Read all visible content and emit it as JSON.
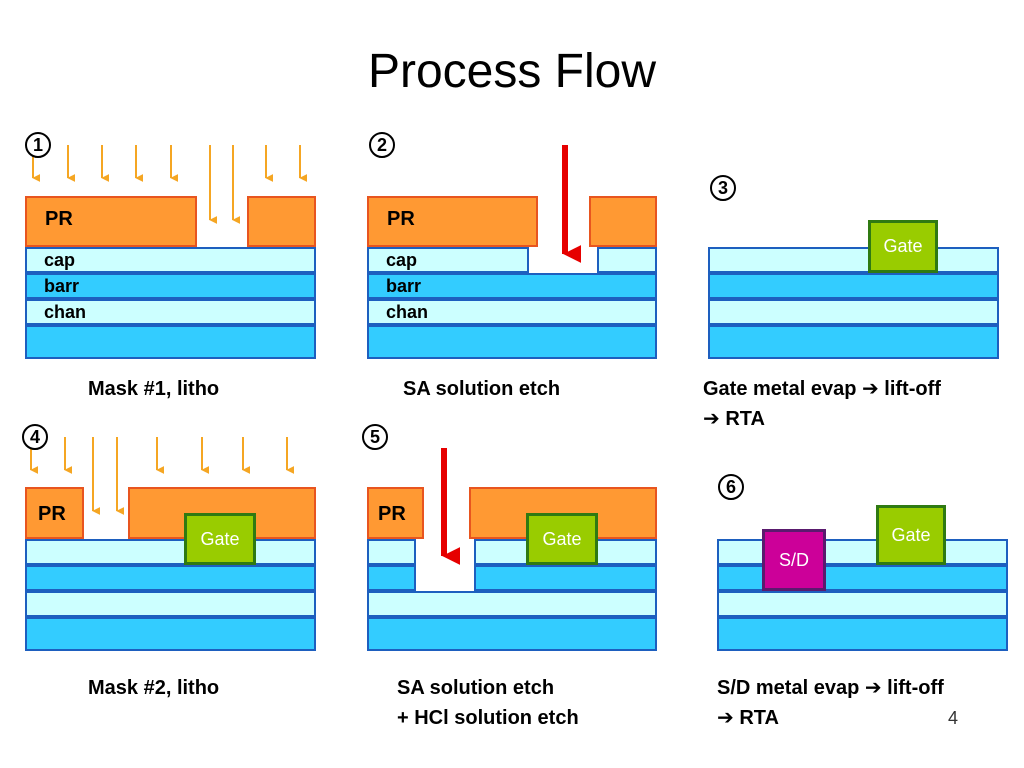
{
  "title": "Process Flow",
  "page_number": "4",
  "colors": {
    "photoresist": "#ff9933",
    "cap_layer": "#ccffff",
    "barrier_layer": "#33ccff",
    "gate_metal": "#99cc00",
    "sd_metal": "#cc0099",
    "exposure_arrow": "#f5a623",
    "etch_arrow": "#e60000"
  },
  "steps": [
    {
      "number": "1",
      "pr_label": "PR",
      "layers": [
        "cap",
        "barr",
        "chan"
      ],
      "caption_lines": [
        "Mask #1, litho"
      ]
    },
    {
      "number": "2",
      "pr_label": "PR",
      "layers": [
        "cap",
        "barr",
        "chan"
      ],
      "caption_lines": [
        "SA solution etch"
      ]
    },
    {
      "number": "3",
      "gate_label": "Gate",
      "caption_lines": [
        "Gate metal evap ➔ lift-off",
        "➔ RTA"
      ]
    },
    {
      "number": "4",
      "pr_label": "PR",
      "gate_label": "Gate",
      "caption_lines": [
        "Mask #2, litho"
      ]
    },
    {
      "number": "5",
      "pr_label": "PR",
      "gate_label": "Gate",
      "caption_lines": [
        "SA solution etch",
        "+ HCl solution etch"
      ]
    },
    {
      "number": "6",
      "gate_label": "Gate",
      "sd_label": "S/D",
      "caption_lines": [
        "S/D metal evap ➔ lift-off",
        "➔ RTA"
      ]
    }
  ]
}
